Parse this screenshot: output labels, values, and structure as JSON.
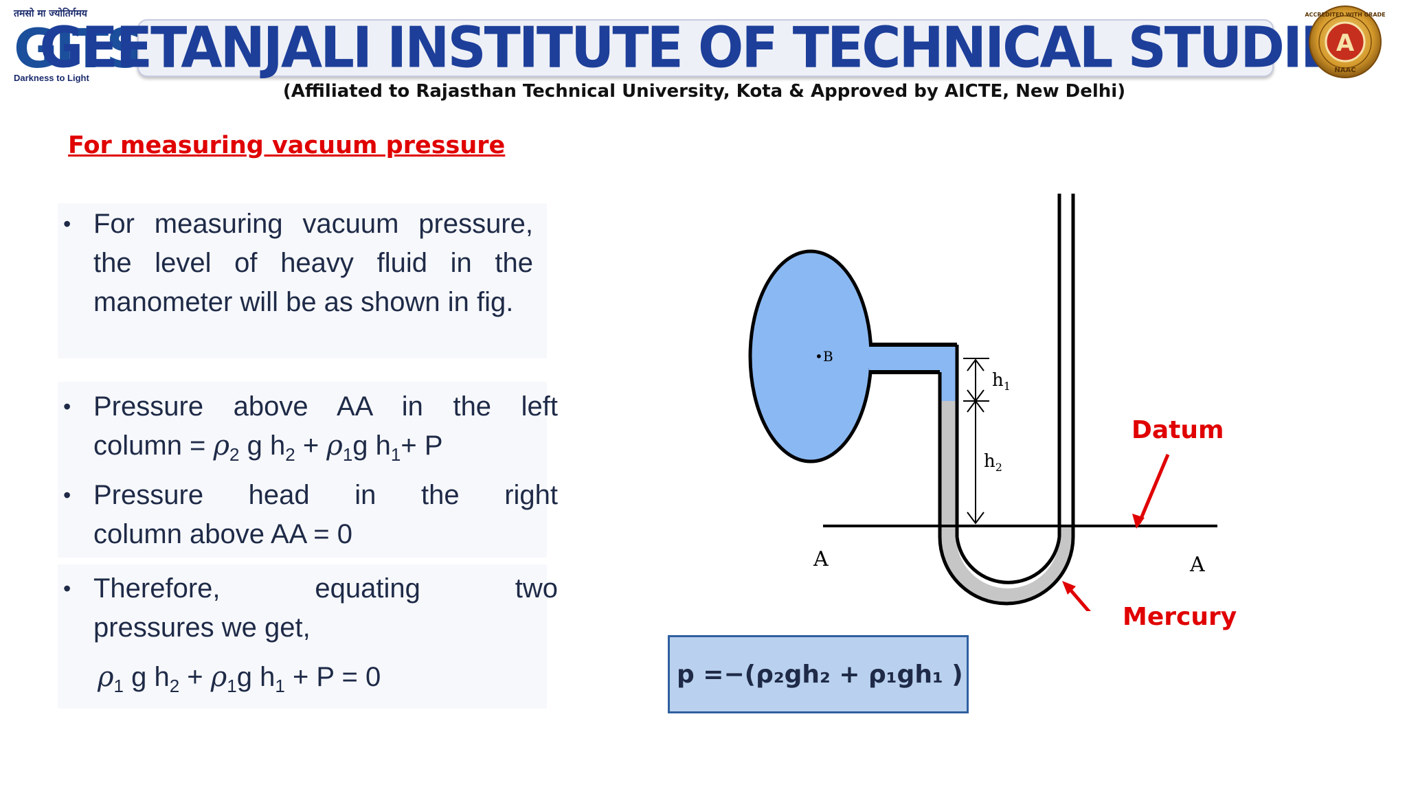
{
  "header": {
    "logo_hindi": "तमसो मा ज्योतिर्गमय",
    "logo_mark": "GITS",
    "logo_tagline": "Darkness to Light",
    "institute_name": "GEETANJALI INSTITUTE OF TECHNICAL STUDIES",
    "affiliation": "(Affiliated to Rajasthan Technical University, Kota & Approved by AICTE, New Delhi)",
    "naac_badge": {
      "top_text": "ACCREDITED WITH GRADE",
      "grade": "A",
      "bottom_text": "NAAC"
    }
  },
  "slide": {
    "title": "For measuring vacuum pressure"
  },
  "bullets": {
    "b1": "For measuring vacuum pressure, the level of heavy fluid in the manometer will be as shown in fig.",
    "b2_line1": "Pressure above AA in the left",
    "b2_line2_prefix": "column = ",
    "b3_line1": "Pressure head in the right",
    "b3_line2": "column above AA = 0",
    "b4_line1": "Therefore, equating two",
    "b4_line2": "pressures we get,"
  },
  "diagram": {
    "point_label": "B",
    "h1_label": "h",
    "h1_sub": "1",
    "h2_label": "h",
    "h2_sub": "2",
    "left_A": "A",
    "right_A": "A",
    "datum_label": "Datum",
    "mercury_label": "Mercury",
    "colors": {
      "fluid": "#8ab8f2",
      "mercury": "#c6c6c6",
      "annotation": "#e00000"
    }
  },
  "formula_box": {
    "text": "p =−(ρ₂gh₂ + ρ₁gh₁ )"
  }
}
